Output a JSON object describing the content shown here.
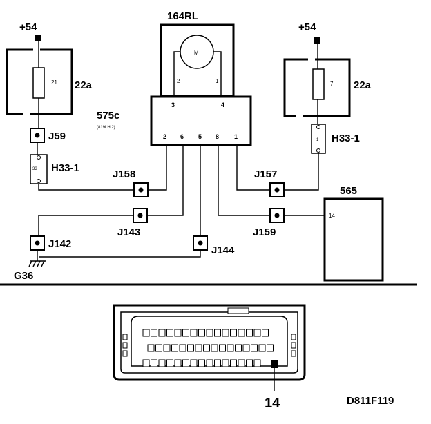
{
  "supply_left": "+54",
  "supply_right": "+54",
  "fuse_left": {
    "number": "21",
    "label": "22a"
  },
  "fuse_right": {
    "number": "7",
    "label": "22a"
  },
  "motor": {
    "label": "164RL",
    "symbol": "M",
    "pin_left": "2",
    "pin_right": "1"
  },
  "module": {
    "label": "575c",
    "sublabel": "(819LH:2)",
    "top_pins": [
      "3",
      "4"
    ],
    "bottom_pins": [
      "2",
      "6",
      "5",
      "8",
      "1"
    ]
  },
  "connectors": {
    "j59": "J59",
    "h33_left": "H33-1",
    "h33_left_pin": "33",
    "h33_right": "H33-1",
    "h33_right_pin": "1",
    "j158": "J158",
    "j157": "J157",
    "j143": "J143",
    "j159": "J159",
    "j142": "J142",
    "j144": "J144",
    "g36": "G36"
  },
  "ecu": {
    "label": "565",
    "pin": "14"
  },
  "diag_connector": {
    "pin_callout": "14"
  },
  "figure_code": "D811F119"
}
